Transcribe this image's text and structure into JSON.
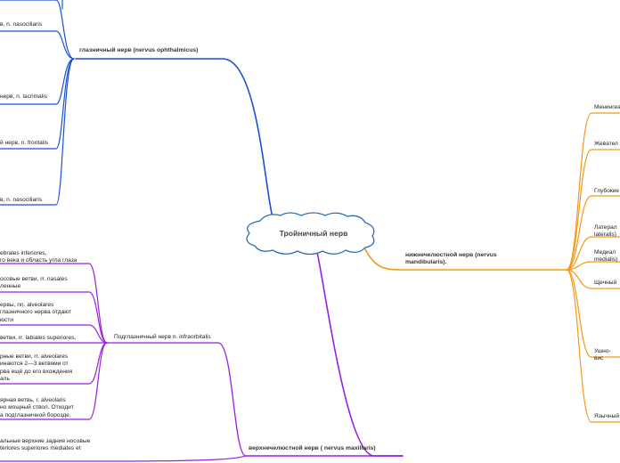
{
  "center": {
    "label": "Тройничный нерв"
  },
  "colors": {
    "blue": "#1a4fd8",
    "orange": "#f29a18",
    "purple": "#9a1fe0",
    "cloud": "#2a6fb5"
  },
  "ophthalmic": {
    "label": "глазничный нерв (nervus ophthalmicus)",
    "children": [
      "в, n. nasociliaris",
      "нерв, n. lacrimalis",
      "й нерв, n. frontalis",
      "в, n. nasociliaris"
    ]
  },
  "mandibular": {
    "label": "нижнечелюстной нерв (nervus\nmandibularis).",
    "children": [
      "Менингеа",
      "Жевател",
      "Глубокие",
      "Латерал\nlateralis)",
      "Медиал\nmedialis)",
      "Щечный",
      "Ушно-вис",
      "Язычный"
    ]
  },
  "maxillary": {
    "label": "верхнечелюстной нерв ( nervus maxillaris)",
    "infraorbital": {
      "label": "Подглазничный нерв n. infraorbitalis",
      "children": [
        "ebrales inferiores,\nго века и область угла глаза",
        "осовые ветви, rr. nasales\nленные",
        "ервы, nn. alveolares\nглазничного нерва отдают\nюсти",
        "ветви, rr. labiales superiores,",
        "рные ветви, rr. alveolares\nинаются 2—3 ветвями от\nрва ещё до его вхождения\nаль",
        "ярная ветвь, r. alveolaris\nно мощный ствол. Отходит\nа подглазничной борозде."
      ]
    },
    "nasal": "альные верхние задние носовые\nteriores superiores mediates et"
  }
}
